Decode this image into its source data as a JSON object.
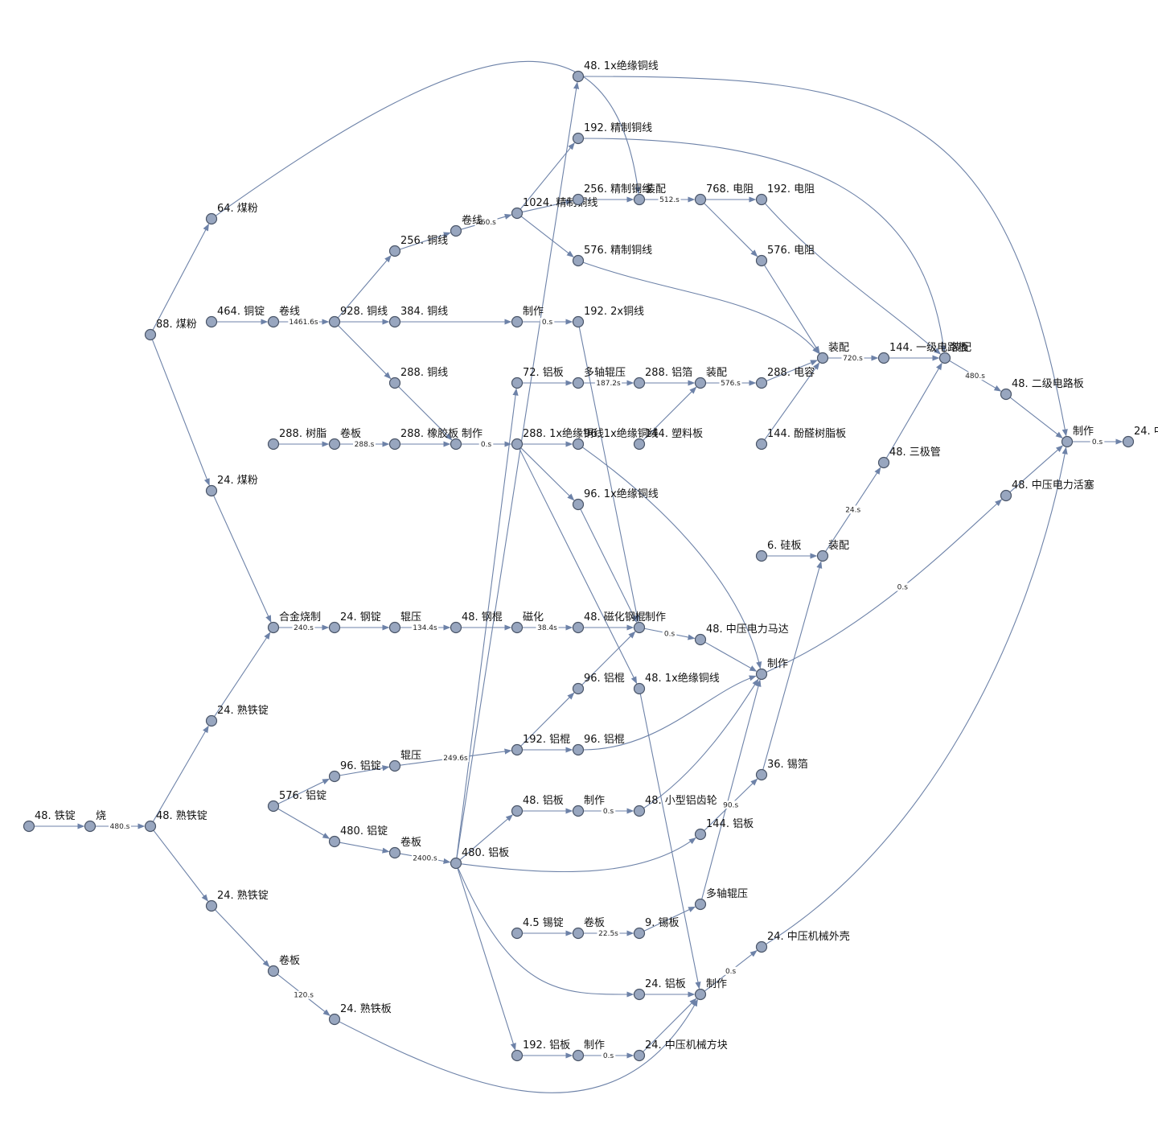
{
  "colors": {
    "edge": "#6d82a8",
    "node_fill": "#98a6bf",
    "node_stroke": "#4a5568",
    "text": "#111111"
  },
  "nodes": [
    {
      "id": "n1",
      "label": "48. 铁锭"
    },
    {
      "id": "n2",
      "label": "烧"
    },
    {
      "id": "n3",
      "label": "48. 熟铁锭"
    },
    {
      "id": "n4",
      "label": "88. 煤粉"
    },
    {
      "id": "n5",
      "label": "64. 煤粉"
    },
    {
      "id": "n6",
      "label": "24. 煤粉"
    },
    {
      "id": "n7",
      "label": "24. 熟铁锭"
    },
    {
      "id": "n8",
      "label": "24. 熟铁锭"
    },
    {
      "id": "n9",
      "label": "卷板"
    },
    {
      "id": "n10",
      "label": "24. 熟铁板"
    },
    {
      "id": "n11",
      "label": "合金烧制"
    },
    {
      "id": "n12",
      "label": "24. 钢锭"
    },
    {
      "id": "n13",
      "label": "辊压"
    },
    {
      "id": "n14",
      "label": "48. 钢棍"
    },
    {
      "id": "n15",
      "label": "磁化"
    },
    {
      "id": "n16",
      "label": "48. 磁化钢棍"
    },
    {
      "id": "n17",
      "label": "制作"
    },
    {
      "id": "n18",
      "label": "48. 中压电力马达"
    },
    {
      "id": "n19",
      "label": "464. 铜锭"
    },
    {
      "id": "n20",
      "label": "卷线"
    },
    {
      "id": "n21",
      "label": "928. 铜线"
    },
    {
      "id": "n22",
      "label": "256. 铜线"
    },
    {
      "id": "n23",
      "label": "卷线"
    },
    {
      "id": "n24",
      "label": "1024. 精制铜线"
    },
    {
      "id": "n25",
      "label": "384. 铜线"
    },
    {
      "id": "n26",
      "label": "制作"
    },
    {
      "id": "n27",
      "label": "192. 2x铜线"
    },
    {
      "id": "n28",
      "label": "288. 铜线"
    },
    {
      "id": "n29",
      "label": "288. 树脂"
    },
    {
      "id": "n30",
      "label": "卷板"
    },
    {
      "id": "n31",
      "label": "288. 橡胶板"
    },
    {
      "id": "n32",
      "label": "制作"
    },
    {
      "id": "n33",
      "label": "288. 1x绝缘铜线"
    },
    {
      "id": "n34",
      "label": "96. 1x绝缘铜线"
    },
    {
      "id": "n35",
      "label": "96. 1x绝缘铜线"
    },
    {
      "id": "n36",
      "label": "48. 1x绝缘铜线"
    },
    {
      "id": "n37",
      "label": "48. 1x绝缘铜线"
    },
    {
      "id": "n38",
      "label": "192. 精制铜线"
    },
    {
      "id": "n39",
      "label": "256. 精制铜线"
    },
    {
      "id": "n40",
      "label": "576. 精制铜线"
    },
    {
      "id": "n41",
      "label": "装配"
    },
    {
      "id": "n42",
      "label": "768. 电阻"
    },
    {
      "id": "n43",
      "label": "192. 电阻"
    },
    {
      "id": "n44",
      "label": "576. 电阻"
    },
    {
      "id": "n45",
      "label": "装配"
    },
    {
      "id": "n46",
      "label": "144. 一级电路板"
    },
    {
      "id": "n47",
      "label": "装配"
    },
    {
      "id": "n48",
      "label": "48. 二级电路板"
    },
    {
      "id": "n49",
      "label": "制作"
    },
    {
      "id": "n50",
      "label": "24. 中"
    },
    {
      "id": "n51",
      "label": "72. 铝板"
    },
    {
      "id": "n52",
      "label": "多轴辊压"
    },
    {
      "id": "n53",
      "label": "288. 铝箔"
    },
    {
      "id": "n54",
      "label": "装配"
    },
    {
      "id": "n55",
      "label": "288. 电容"
    },
    {
      "id": "n56",
      "label": "144. 塑料板"
    },
    {
      "id": "n57",
      "label": "144. 酚醛树脂板"
    },
    {
      "id": "n58",
      "label": "48. 三极管"
    },
    {
      "id": "n59",
      "label": "装配"
    },
    {
      "id": "n60",
      "label": "6. 硅板"
    },
    {
      "id": "n61",
      "label": "48. 中压电力活塞"
    },
    {
      "id": "n62",
      "label": "制作"
    },
    {
      "id": "n63",
      "label": "96. 铝棍"
    },
    {
      "id": "n64",
      "label": "192. 铝棍"
    },
    {
      "id": "n65",
      "label": "96. 铝棍"
    },
    {
      "id": "n66",
      "label": "576. 铝锭"
    },
    {
      "id": "n67",
      "label": "96. 铝锭"
    },
    {
      "id": "n68",
      "label": "辊压"
    },
    {
      "id": "n69",
      "label": "480. 铝锭"
    },
    {
      "id": "n70",
      "label": "卷板"
    },
    {
      "id": "n71",
      "label": "480. 铝板"
    },
    {
      "id": "n72",
      "label": "48. 铝板"
    },
    {
      "id": "n73",
      "label": "制作"
    },
    {
      "id": "n74",
      "label": "48. 小型铝齿轮"
    },
    {
      "id": "n75",
      "label": "144. 铝板"
    },
    {
      "id": "n76",
      "label": "36. 锡箔"
    },
    {
      "id": "n77",
      "label": "多轴辊压"
    },
    {
      "id": "n78",
      "label": "4.5 锡锭"
    },
    {
      "id": "n79",
      "label": "卷板"
    },
    {
      "id": "n80",
      "label": "9. 锡板"
    },
    {
      "id": "n81",
      "label": "24. 铝板"
    },
    {
      "id": "n82",
      "label": "制作"
    },
    {
      "id": "n83",
      "label": "24. 中压机械外壳"
    },
    {
      "id": "n84",
      "label": "192. 铝板"
    },
    {
      "id": "n85",
      "label": "制作"
    },
    {
      "id": "n86",
      "label": "24. 中压机械方块"
    }
  ],
  "edges": [
    {
      "from": "n1",
      "to": "n2",
      "label": ""
    },
    {
      "from": "n2",
      "to": "n3",
      "label": "480.s"
    },
    {
      "from": "n3",
      "to": "n7",
      "label": ""
    },
    {
      "from": "n3",
      "to": "n8",
      "label": ""
    },
    {
      "from": "n7",
      "to": "n11",
      "label": ""
    },
    {
      "from": "n8",
      "to": "n9",
      "label": ""
    },
    {
      "from": "n9",
      "to": "n10",
      "label": "120.s"
    },
    {
      "from": "n4",
      "to": "n5",
      "label": ""
    },
    {
      "from": "n4",
      "to": "n6",
      "label": ""
    },
    {
      "from": "n6",
      "to": "n11",
      "label": ""
    },
    {
      "from": "n5",
      "to": "n41",
      "label": ""
    },
    {
      "from": "n11",
      "to": "n12",
      "label": "240.s"
    },
    {
      "from": "n12",
      "to": "n13",
      "label": ""
    },
    {
      "from": "n13",
      "to": "n14",
      "label": "134.4s"
    },
    {
      "from": "n14",
      "to": "n15",
      "label": ""
    },
    {
      "from": "n15",
      "to": "n16",
      "label": "38.4s"
    },
    {
      "from": "n16",
      "to": "n17",
      "label": ""
    },
    {
      "from": "n17",
      "to": "n18",
      "label": "0.s"
    },
    {
      "from": "n18",
      "to": "n62",
      "label": ""
    },
    {
      "from": "n19",
      "to": "n20",
      "label": ""
    },
    {
      "from": "n20",
      "to": "n21",
      "label": "1461.6s"
    },
    {
      "from": "n21",
      "to": "n22",
      "label": ""
    },
    {
      "from": "n21",
      "to": "n25",
      "label": ""
    },
    {
      "from": "n21",
      "to": "n28",
      "label": ""
    },
    {
      "from": "n22",
      "to": "n23",
      "label": ""
    },
    {
      "from": "n23",
      "to": "n24",
      "label": "460.s"
    },
    {
      "from": "n24",
      "to": "n38",
      "label": ""
    },
    {
      "from": "n24",
      "to": "n39",
      "label": ""
    },
    {
      "from": "n24",
      "to": "n40",
      "label": ""
    },
    {
      "from": "n25",
      "to": "n26",
      "label": ""
    },
    {
      "from": "n26",
      "to": "n27",
      "label": "0.s"
    },
    {
      "from": "n27",
      "to": "n17",
      "label": ""
    },
    {
      "from": "n28",
      "to": "n32",
      "label": ""
    },
    {
      "from": "n29",
      "to": "n30",
      "label": ""
    },
    {
      "from": "n30",
      "to": "n31",
      "label": "288.s"
    },
    {
      "from": "n31",
      "to": "n32",
      "label": ""
    },
    {
      "from": "n32",
      "to": "n33",
      "label": "0.s"
    },
    {
      "from": "n33",
      "to": "n34",
      "label": ""
    },
    {
      "from": "n33",
      "to": "n35",
      "label": ""
    },
    {
      "from": "n33",
      "to": "n37",
      "label": ""
    },
    {
      "from": "n34",
      "to": "n62",
      "label": ""
    },
    {
      "from": "n35",
      "to": "n17",
      "label": ""
    },
    {
      "from": "n37",
      "to": "n82",
      "label": ""
    },
    {
      "from": "n71",
      "to": "n36",
      "label": ""
    },
    {
      "from": "n36",
      "to": "n49",
      "label": ""
    },
    {
      "from": "n38",
      "to": "n47",
      "label": ""
    },
    {
      "from": "n39",
      "to": "n41",
      "label": ""
    },
    {
      "from": "n40",
      "to": "n45",
      "label": ""
    },
    {
      "from": "n41",
      "to": "n42",
      "label": "512.s"
    },
    {
      "from": "n42",
      "to": "n43",
      "label": ""
    },
    {
      "from": "n42",
      "to": "n44",
      "label": ""
    },
    {
      "from": "n43",
      "to": "n47",
      "label": ""
    },
    {
      "from": "n44",
      "to": "n45",
      "label": ""
    },
    {
      "from": "n45",
      "to": "n46",
      "label": "720.s"
    },
    {
      "from": "n46",
      "to": "n47",
      "label": ""
    },
    {
      "from": "n47",
      "to": "n48",
      "label": "480.s"
    },
    {
      "from": "n48",
      "to": "n49",
      "label": ""
    },
    {
      "from": "n49",
      "to": "n50",
      "label": "0.s"
    },
    {
      "from": "n71",
      "to": "n51",
      "label": ""
    },
    {
      "from": "n51",
      "to": "n52",
      "label": ""
    },
    {
      "from": "n52",
      "to": "n53",
      "label": "187.2s"
    },
    {
      "from": "n53",
      "to": "n54",
      "label": ""
    },
    {
      "from": "n56",
      "to": "n54",
      "label": ""
    },
    {
      "from": "n54",
      "to": "n55",
      "label": "576.s"
    },
    {
      "from": "n55",
      "to": "n45",
      "label": ""
    },
    {
      "from": "n57",
      "to": "n45",
      "label": ""
    },
    {
      "from": "n60",
      "to": "n59",
      "label": ""
    },
    {
      "from": "n76",
      "to": "n59",
      "label": ""
    },
    {
      "from": "n59",
      "to": "n58",
      "label": "24.s"
    },
    {
      "from": "n58",
      "to": "n47",
      "label": ""
    },
    {
      "from": "n62",
      "to": "n61",
      "label": "0.s"
    },
    {
      "from": "n61",
      "to": "n49",
      "label": ""
    },
    {
      "from": "n66",
      "to": "n67",
      "label": ""
    },
    {
      "from": "n66",
      "to": "n69",
      "label": ""
    },
    {
      "from": "n67",
      "to": "n68",
      "label": ""
    },
    {
      "from": "n68",
      "to": "n64",
      "label": "249.6s"
    },
    {
      "from": "n64",
      "to": "n63",
      "label": ""
    },
    {
      "from": "n64",
      "to": "n65",
      "label": ""
    },
    {
      "from": "n63",
      "to": "n17",
      "label": ""
    },
    {
      "from": "n65",
      "to": "n62",
      "label": ""
    },
    {
      "from": "n69",
      "to": "n70",
      "label": ""
    },
    {
      "from": "n70",
      "to": "n71",
      "label": "2400.s"
    },
    {
      "from": "n71",
      "to": "n72",
      "label": ""
    },
    {
      "from": "n71",
      "to": "n75",
      "label": ""
    },
    {
      "from": "n71",
      "to": "n81",
      "label": ""
    },
    {
      "from": "n71",
      "to": "n84",
      "label": ""
    },
    {
      "from": "n72",
      "to": "n73",
      "label": ""
    },
    {
      "from": "n73",
      "to": "n74",
      "label": "0.s"
    },
    {
      "from": "n74",
      "to": "n62",
      "label": ""
    },
    {
      "from": "n75",
      "to": "n76",
      "label": "90.s"
    },
    {
      "from": "n77",
      "to": "n62",
      "label": ""
    },
    {
      "from": "n78",
      "to": "n79",
      "label": ""
    },
    {
      "from": "n79",
      "to": "n80",
      "label": "22.5s"
    },
    {
      "from": "n80",
      "to": "n77",
      "label": ""
    },
    {
      "from": "n81",
      "to": "n82",
      "label": ""
    },
    {
      "from": "n10",
      "to": "n82",
      "label": ""
    },
    {
      "from": "n82",
      "to": "n83",
      "label": "0.s"
    },
    {
      "from": "n83",
      "to": "n49",
      "label": ""
    },
    {
      "from": "n84",
      "to": "n85",
      "label": ""
    },
    {
      "from": "n85",
      "to": "n86",
      "label": "0.s"
    },
    {
      "from": "n86",
      "to": "n82",
      "label": ""
    }
  ]
}
